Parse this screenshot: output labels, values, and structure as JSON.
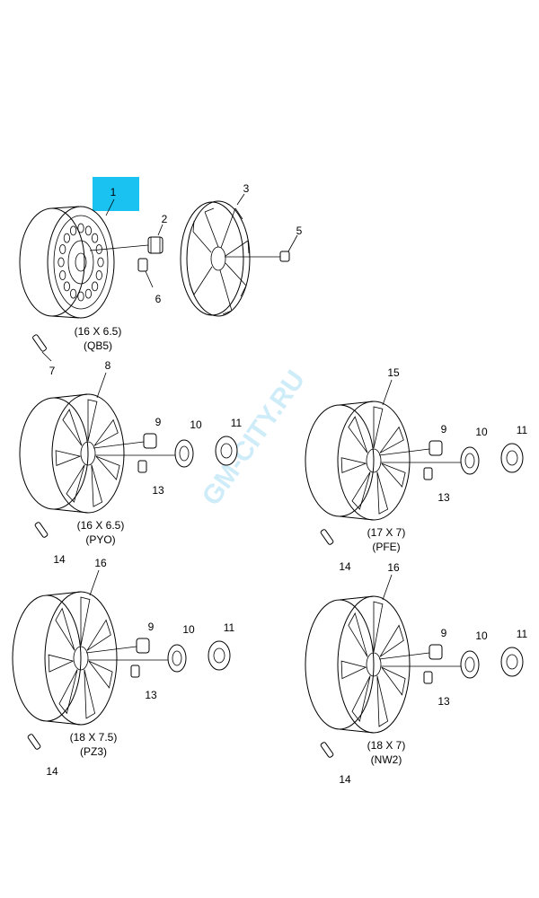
{
  "highlight_color": "#19c2f0",
  "watermark": "GM-CITY.RU",
  "groups": [
    {
      "id": "g1",
      "size": "(16 X 6.5)",
      "code": "(QB5)",
      "wheel": "1",
      "nut": "2",
      "cover": "3",
      "cover_nut": "5",
      "weight": "6",
      "valve": "7"
    },
    {
      "id": "g2",
      "size": "(16 X 6.5)",
      "code": "(PYO)",
      "wheel": "8",
      "nut": "9",
      "cap_a": "10",
      "cap_b": "11",
      "weight": "13",
      "valve": "14"
    },
    {
      "id": "g3",
      "size": "(17 X 7)",
      "code": "(PFE)",
      "wheel": "15",
      "nut": "9",
      "cap_a": "10",
      "cap_b": "11",
      "weight": "13",
      "valve": "14"
    },
    {
      "id": "g4",
      "size": "(18 X 7.5)",
      "code": "(PZ3)",
      "wheel": "16",
      "nut": "9",
      "cap_a": "10",
      "cap_b": "11",
      "weight": "13",
      "valve": "14"
    },
    {
      "id": "g5",
      "size": "(18 X 7)",
      "code": "(NW2)",
      "wheel": "16",
      "nut": "9",
      "cap_a": "10",
      "cap_b": "11",
      "weight": "13",
      "valve": "14"
    }
  ]
}
